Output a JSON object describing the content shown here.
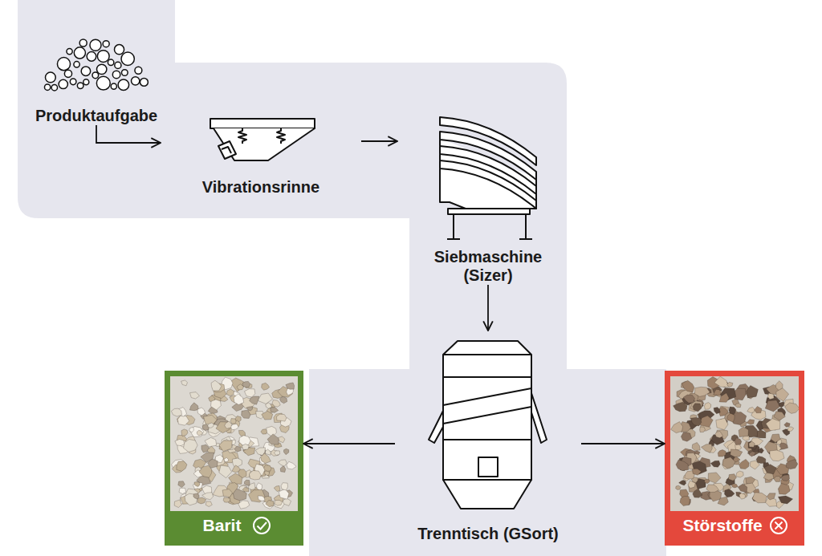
{
  "diagram": {
    "nodes": [
      {
        "text": [
          "Produktaufgabe"
        ]
      },
      {
        "text": [
          "Vibrationsrinne"
        ]
      },
      {
        "text": [
          "Siebmaschine (Sizer)"
        ]
      },
      {
        "text": [
          "Trenntisch (GSort)"
        ]
      },
      {
        "text": [
          "Barit"
        ]
      },
      {
        "text": [
          "Störstoffe"
        ]
      }
    ],
    "edges": [
      {
        "from": 0,
        "to": 1,
        "arrow": "to"
      },
      {
        "from": 1,
        "to": 2,
        "arrow": "to"
      },
      {
        "from": 2,
        "to": 3,
        "arrow": "to"
      },
      {
        "from": 3,
        "to": 4,
        "arrow": "to"
      },
      {
        "from": 3,
        "to": 5,
        "arrow": "to"
      }
    ]
  }
}
